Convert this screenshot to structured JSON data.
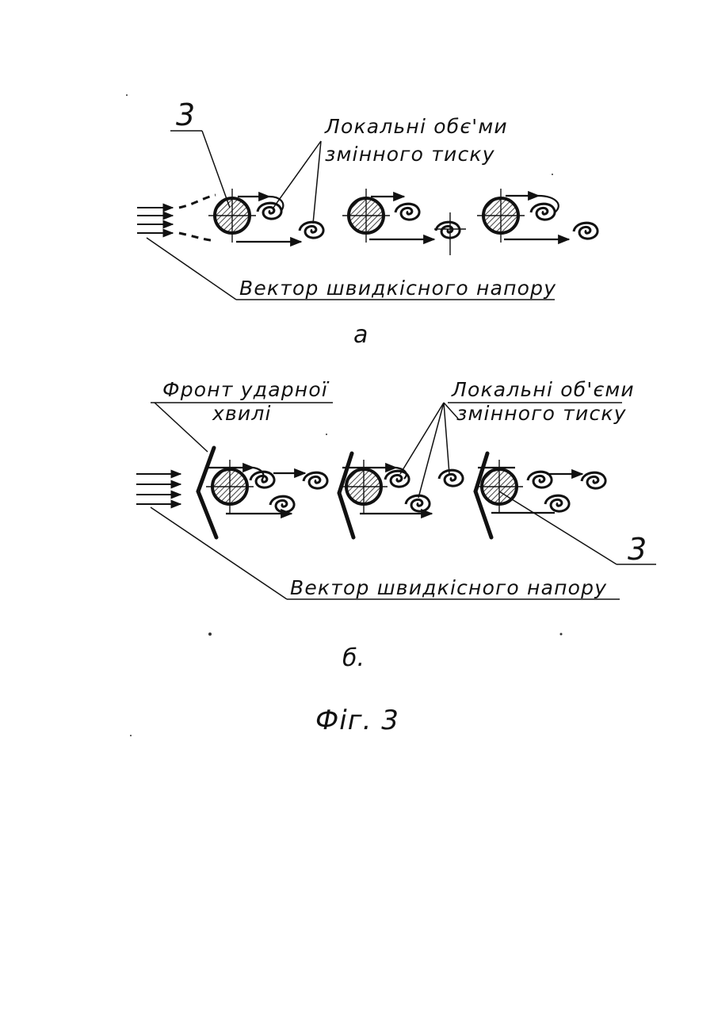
{
  "figure": {
    "panel_a": {
      "part_number": "3",
      "label_local_volumes_line1": "Локальні обє'ми",
      "label_local_volumes_line2": "змінного тиску",
      "label_velocity_head": "Вектор швидкісного напору",
      "sublabel": "а"
    },
    "panel_b": {
      "label_shock_front_line1": "Фронт ударної",
      "label_shock_front_line2": "хвилі",
      "label_local_volumes_line1": "Локальні об'єми",
      "label_local_volumes_line2": "змінного тиску",
      "part_number": "3",
      "label_velocity_head": "Вектор швидкісного напору",
      "sublabel": "б."
    },
    "caption": "Фіг. 3"
  },
  "colors": {
    "ink": "#111111",
    "paper": "#ffffff"
  }
}
